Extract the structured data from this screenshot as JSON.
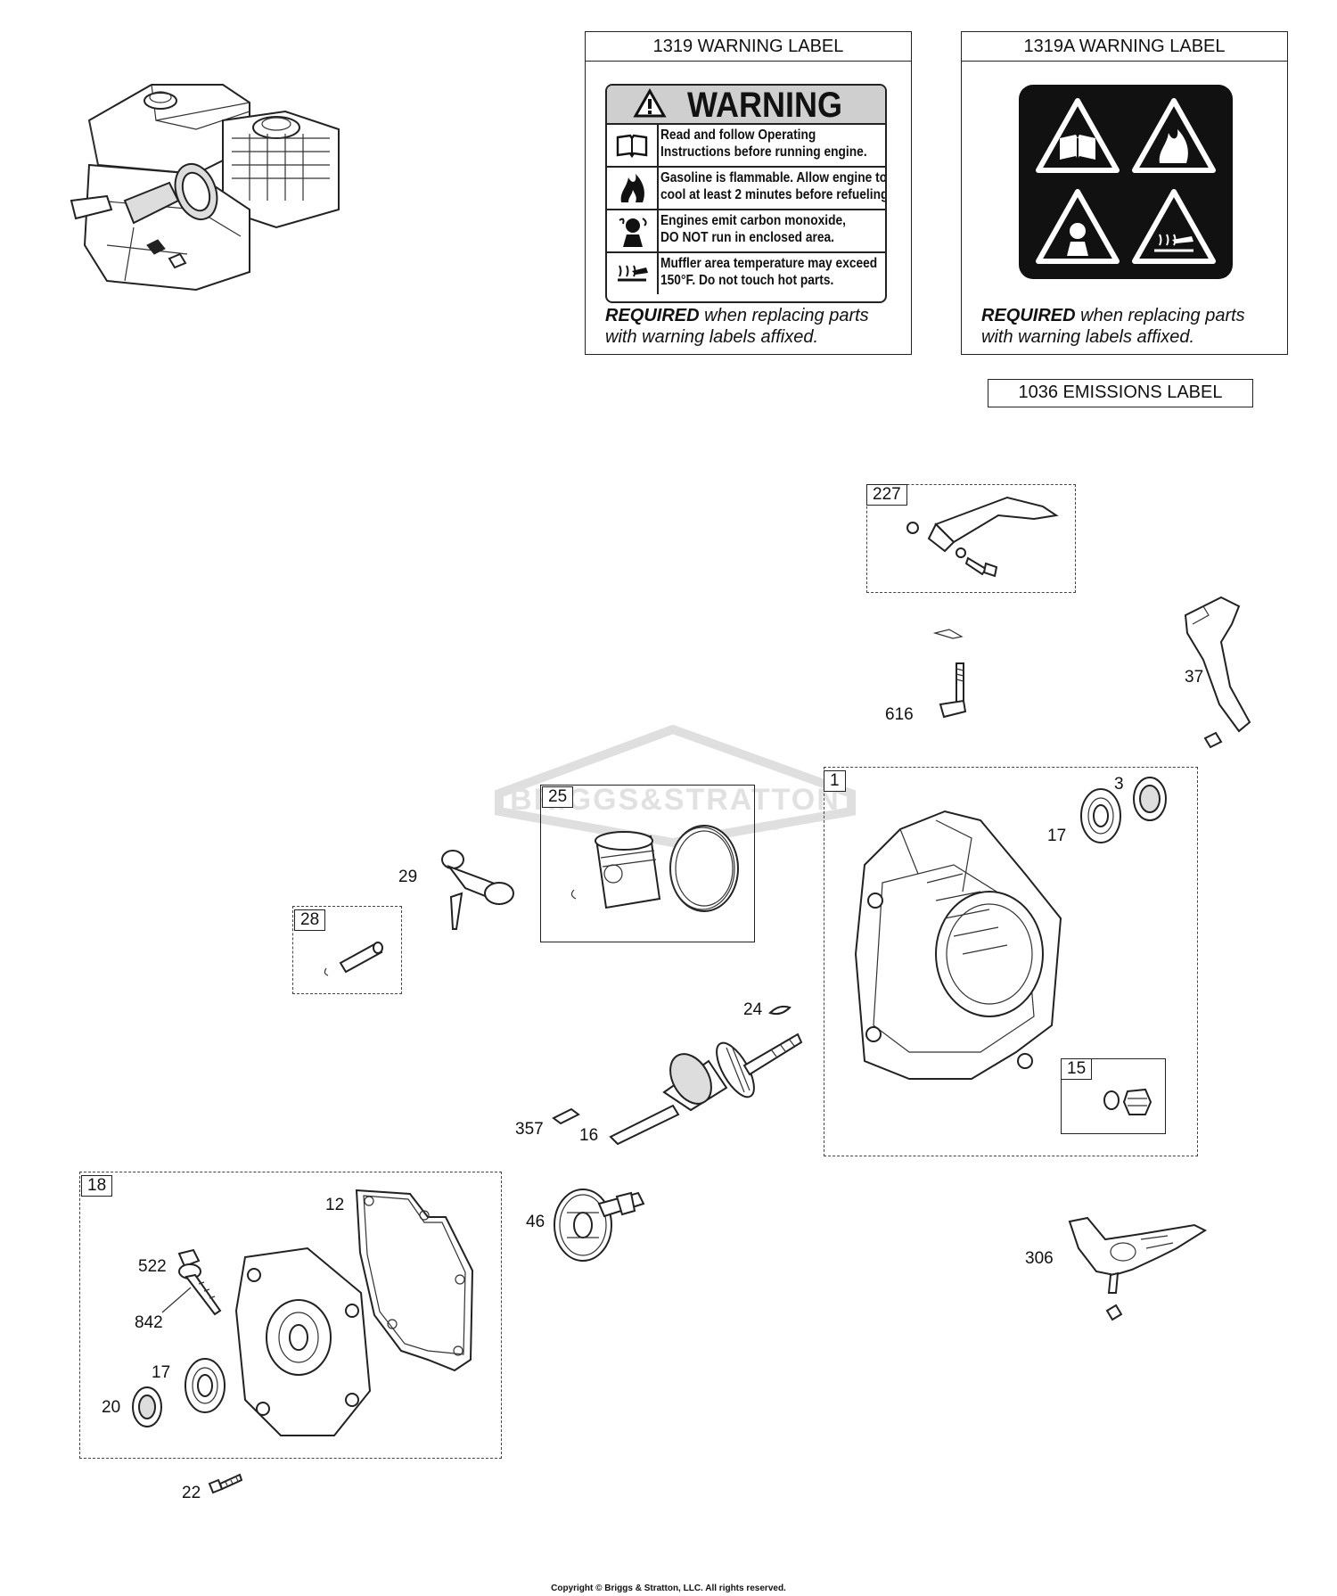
{
  "labels": {
    "label_1319": {
      "title": "1319 WARNING LABEL",
      "warning_heading": "WARNING",
      "rows": [
        {
          "line1": "Read and follow Operating",
          "line2": "Instructions before running engine.",
          "icon": "book-icon"
        },
        {
          "line1": "Gasoline is flammable. Allow engine to",
          "line2": "cool at least 2 minutes before refueling.",
          "icon": "flame-icon"
        },
        {
          "line1": "Engines emit carbon monoxide,",
          "line2": "DO NOT run in enclosed area.",
          "icon": "fumes-icon"
        },
        {
          "line1": "Muffler area temperature may exceed",
          "line2": "150°F.  Do not touch hot parts.",
          "icon": "hot-surface-icon"
        }
      ],
      "required_bold": "REQUIRED",
      "required_text": " when replacing parts",
      "required_line2": "with warning labels affixed."
    },
    "label_1319A": {
      "title": "1319A WARNING LABEL",
      "icons": [
        "book-icon",
        "flame-icon",
        "fumes-icon",
        "hot-surface-icon"
      ],
      "required_bold": "REQUIRED",
      "required_text": " when replacing parts",
      "required_line2": "with warning labels affixed."
    },
    "label_1036": {
      "title": "1036 EMISSIONS LABEL"
    }
  },
  "watermark": {
    "brand": "BRIGGS&STRATTON",
    "mark": "®"
  },
  "ref_boxes": {
    "b227": "227",
    "b1": "1",
    "b25": "25",
    "b28": "28",
    "b15": "15",
    "b18": "18"
  },
  "callouts": {
    "c616": "616",
    "c37": "37",
    "c3": "3",
    "c17a": "17",
    "c29": "29",
    "c24": "24",
    "c357": "357",
    "c16": "16",
    "c12": "12",
    "c46": "46",
    "c306": "306",
    "c522": "522",
    "c842": "842",
    "c17b": "17",
    "c20": "20",
    "c22": "22"
  },
  "copyright": "Copyright © Briggs & Stratton, LLC. All rights reserved."
}
